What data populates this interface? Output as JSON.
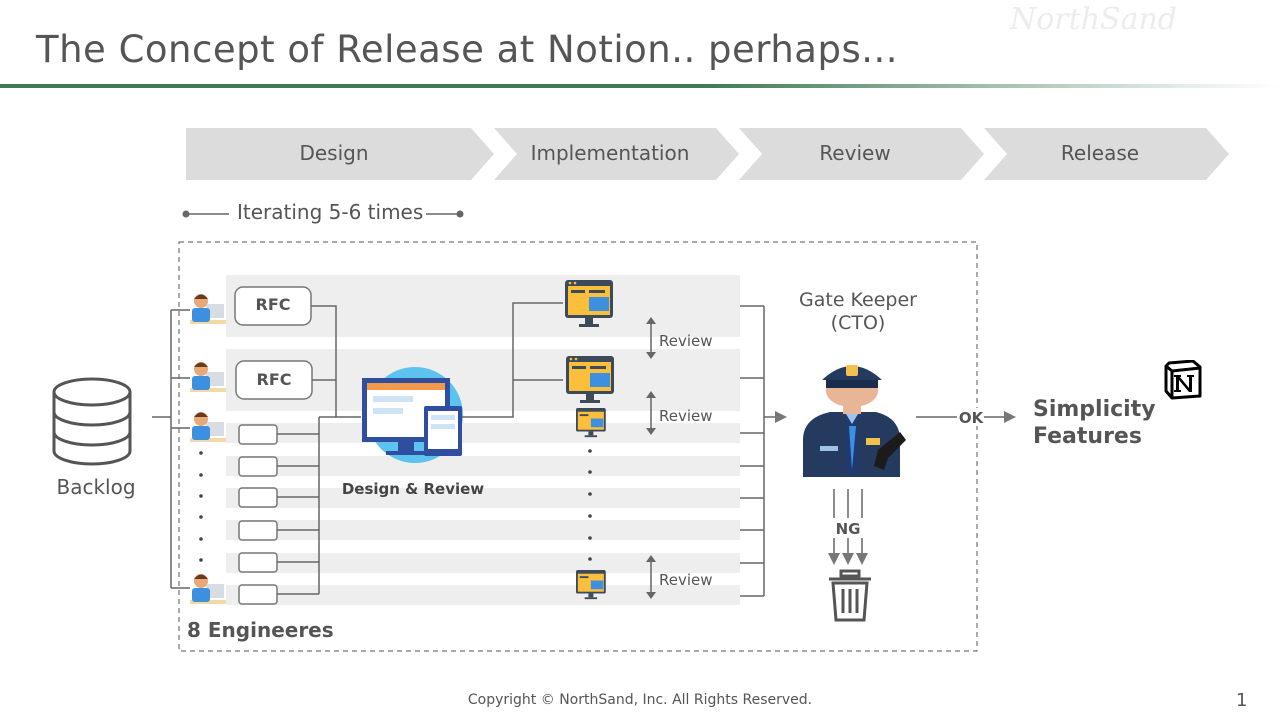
{
  "title": "The Concept of Release at Notion.. perhaps...",
  "watermark": "NorthSand",
  "stages": [
    "Design",
    "Implementation",
    "Review",
    "Release"
  ],
  "iteration_label": "Iterating 5-6 times",
  "backlog_label": "Backlog",
  "rfc_label": "RFC",
  "design_review_label": "Design & Review",
  "review_label": "Review",
  "gatekeeper_label_line1": "Gate Keeper",
  "gatekeeper_label_line2": "(CTO)",
  "ok_label": "OK",
  "ng_label": "NG",
  "result_line1": "Simplicity",
  "result_line2": "Features",
  "team_label": "8 Engineeres",
  "copyright": "Copyright © NorthSand, Inc. All Rights Reserved.",
  "page_number": "1",
  "icons": [
    "database-icon",
    "engineer-icon",
    "monitor-design-icon",
    "code-window-icon",
    "police-officer-icon",
    "trash-can-icon",
    "notion-logo-icon"
  ],
  "colors": {
    "accent_green": "#3f7a55",
    "chevron_gray": "#dcdcdc",
    "text_gray": "#555555",
    "icon_blue": "#3d8fe0",
    "officer_navy": "#243a5e"
  }
}
